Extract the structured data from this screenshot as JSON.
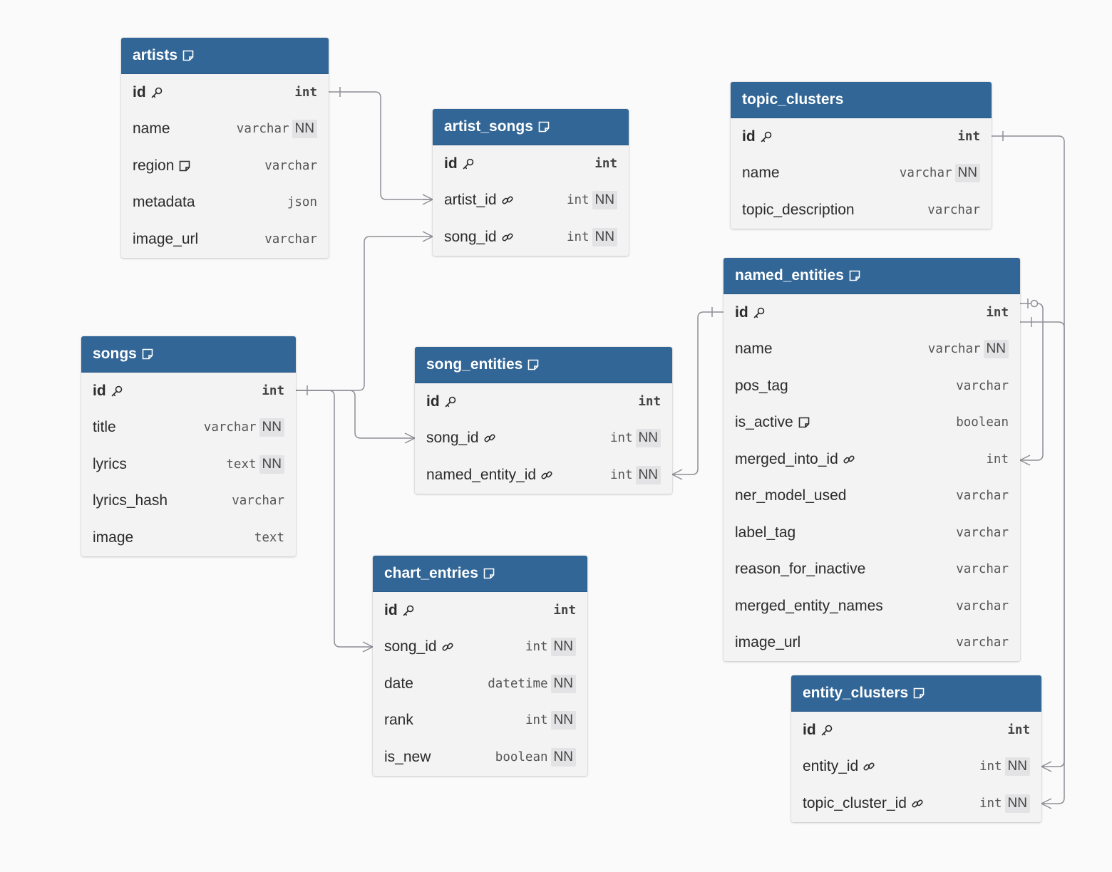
{
  "tables": {
    "artists": {
      "name": "artists",
      "fields": [
        {
          "name": "id",
          "type": "int",
          "nn": "",
          "pk": true,
          "note": false,
          "fk": false
        },
        {
          "name": "name",
          "type": "varchar",
          "nn": "NN",
          "pk": false,
          "note": false,
          "fk": false
        },
        {
          "name": "region",
          "type": "varchar",
          "nn": "",
          "pk": false,
          "note": true,
          "fk": false
        },
        {
          "name": "metadata",
          "type": "json",
          "nn": "",
          "pk": false,
          "note": false,
          "fk": false
        },
        {
          "name": "image_url",
          "type": "varchar",
          "nn": "",
          "pk": false,
          "note": false,
          "fk": false
        }
      ]
    },
    "artist_songs": {
      "name": "artist_songs",
      "fields": [
        {
          "name": "id",
          "type": "int",
          "nn": "",
          "pk": true,
          "note": false,
          "fk": false
        },
        {
          "name": "artist_id",
          "type": "int",
          "nn": "NN",
          "pk": false,
          "note": false,
          "fk": true
        },
        {
          "name": "song_id",
          "type": "int",
          "nn": "NN",
          "pk": false,
          "note": false,
          "fk": true
        }
      ]
    },
    "topic_clusters": {
      "name": "topic_clusters",
      "fields": [
        {
          "name": "id",
          "type": "int",
          "nn": "",
          "pk": true,
          "note": false,
          "fk": false
        },
        {
          "name": "name",
          "type": "varchar",
          "nn": "NN",
          "pk": false,
          "note": false,
          "fk": false
        },
        {
          "name": "topic_description",
          "type": "varchar",
          "nn": "",
          "pk": false,
          "note": false,
          "fk": false
        }
      ]
    },
    "songs": {
      "name": "songs",
      "fields": [
        {
          "name": "id",
          "type": "int",
          "nn": "",
          "pk": true,
          "note": false,
          "fk": false
        },
        {
          "name": "title",
          "type": "varchar",
          "nn": "NN",
          "pk": false,
          "note": false,
          "fk": false
        },
        {
          "name": "lyrics",
          "type": "text",
          "nn": "NN",
          "pk": false,
          "note": false,
          "fk": false
        },
        {
          "name": "lyrics_hash",
          "type": "varchar",
          "nn": "",
          "pk": false,
          "note": false,
          "fk": false
        },
        {
          "name": "image",
          "type": "text",
          "nn": "",
          "pk": false,
          "note": false,
          "fk": false
        }
      ]
    },
    "song_entities": {
      "name": "song_entities",
      "fields": [
        {
          "name": "id",
          "type": "int",
          "nn": "",
          "pk": true,
          "note": false,
          "fk": false
        },
        {
          "name": "song_id",
          "type": "int",
          "nn": "NN",
          "pk": false,
          "note": false,
          "fk": true
        },
        {
          "name": "named_entity_id",
          "type": "int",
          "nn": "NN",
          "pk": false,
          "note": false,
          "fk": true
        }
      ]
    },
    "named_entities": {
      "name": "named_entities",
      "fields": [
        {
          "name": "id",
          "type": "int",
          "nn": "",
          "pk": true,
          "note": false,
          "fk": false
        },
        {
          "name": "name",
          "type": "varchar",
          "nn": "NN",
          "pk": false,
          "note": false,
          "fk": false
        },
        {
          "name": "pos_tag",
          "type": "varchar",
          "nn": "",
          "pk": false,
          "note": false,
          "fk": false
        },
        {
          "name": "is_active",
          "type": "boolean",
          "nn": "",
          "pk": false,
          "note": true,
          "fk": false
        },
        {
          "name": "merged_into_id",
          "type": "int",
          "nn": "",
          "pk": false,
          "note": false,
          "fk": true
        },
        {
          "name": "ner_model_used",
          "type": "varchar",
          "nn": "",
          "pk": false,
          "note": false,
          "fk": false
        },
        {
          "name": "label_tag",
          "type": "varchar",
          "nn": "",
          "pk": false,
          "note": false,
          "fk": false
        },
        {
          "name": "reason_for_inactive",
          "type": "varchar",
          "nn": "",
          "pk": false,
          "note": false,
          "fk": false
        },
        {
          "name": "merged_entity_names",
          "type": "varchar",
          "nn": "",
          "pk": false,
          "note": false,
          "fk": false
        },
        {
          "name": "image_url",
          "type": "varchar",
          "nn": "",
          "pk": false,
          "note": false,
          "fk": false
        }
      ]
    },
    "chart_entries": {
      "name": "chart_entries",
      "fields": [
        {
          "name": "id",
          "type": "int",
          "nn": "",
          "pk": true,
          "note": false,
          "fk": false
        },
        {
          "name": "song_id",
          "type": "int",
          "nn": "NN",
          "pk": false,
          "note": false,
          "fk": true
        },
        {
          "name": "date",
          "type": "datetime",
          "nn": "NN",
          "pk": false,
          "note": false,
          "fk": false
        },
        {
          "name": "rank",
          "type": "int",
          "nn": "NN",
          "pk": false,
          "note": false,
          "fk": false
        },
        {
          "name": "is_new",
          "type": "boolean",
          "nn": "NN",
          "pk": false,
          "note": false,
          "fk": false
        }
      ]
    },
    "entity_clusters": {
      "name": "entity_clusters",
      "fields": [
        {
          "name": "id",
          "type": "int",
          "nn": "",
          "pk": true,
          "note": false,
          "fk": false
        },
        {
          "name": "entity_id",
          "type": "int",
          "nn": "NN",
          "pk": false,
          "note": false,
          "fk": true
        },
        {
          "name": "topic_cluster_id",
          "type": "int",
          "nn": "NN",
          "pk": false,
          "note": false,
          "fk": true
        }
      ]
    }
  },
  "relationships": [
    {
      "from": "artists.id",
      "to": "artist_songs.artist_id",
      "cardinality": "one-to-many"
    },
    {
      "from": "songs.id",
      "to": "artist_songs.song_id",
      "cardinality": "one-to-many"
    },
    {
      "from": "songs.id",
      "to": "song_entities.song_id",
      "cardinality": "one-to-many"
    },
    {
      "from": "songs.id",
      "to": "chart_entries.song_id",
      "cardinality": "one-to-many"
    },
    {
      "from": "named_entities.id",
      "to": "song_entities.named_entity_id",
      "cardinality": "one-to-many"
    },
    {
      "from": "named_entities.id",
      "to": "named_entities.merged_into_id",
      "cardinality": "zero-or-one-to-many"
    },
    {
      "from": "named_entities.id",
      "to": "entity_clusters.entity_id",
      "cardinality": "one-to-many"
    },
    {
      "from": "topic_clusters.id",
      "to": "entity_clusters.topic_cluster_id",
      "cardinality": "one-to-many"
    }
  ],
  "colors": {
    "header": "#326696",
    "body": "#f3f3f4",
    "line": "#8e8e96",
    "canvas": "#fafafa"
  },
  "icons": {
    "primary_key": "key-icon",
    "foreign_key": "link-icon",
    "note": "note-icon"
  }
}
